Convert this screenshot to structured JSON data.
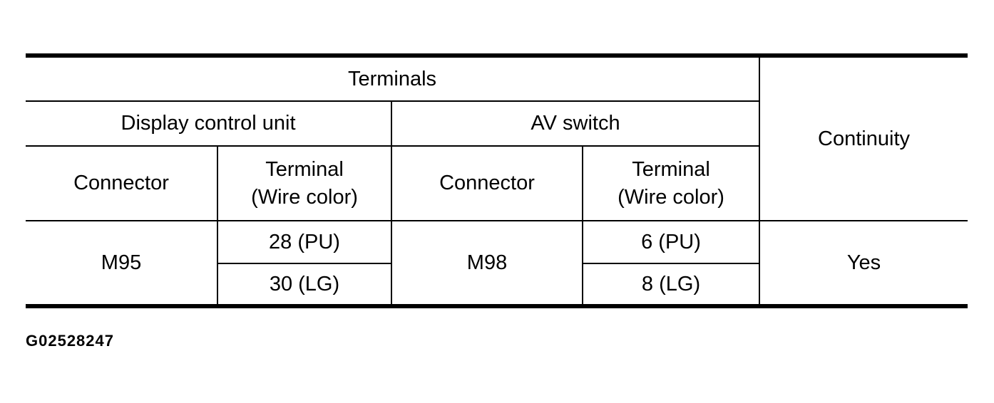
{
  "colors": {
    "background": "#ffffff",
    "border": "#000000",
    "text": "#000000"
  },
  "table": {
    "top_header": "Terminals",
    "continuity_header": "Continuity",
    "groups": [
      {
        "label": "Display control unit",
        "columns": [
          "Connector",
          "Terminal\n(Wire color)"
        ]
      },
      {
        "label": "AV switch",
        "columns": [
          "Connector",
          "Terminal\n(Wire color)"
        ]
      }
    ],
    "data": {
      "dcu_connector": "M95",
      "dcu_terminals": [
        "28 (PU)",
        "30 (LG)"
      ],
      "av_connector": "M98",
      "av_terminals": [
        "6 (PU)",
        "8 (LG)"
      ],
      "continuity": "Yes"
    }
  },
  "figure_label": "G02528247"
}
